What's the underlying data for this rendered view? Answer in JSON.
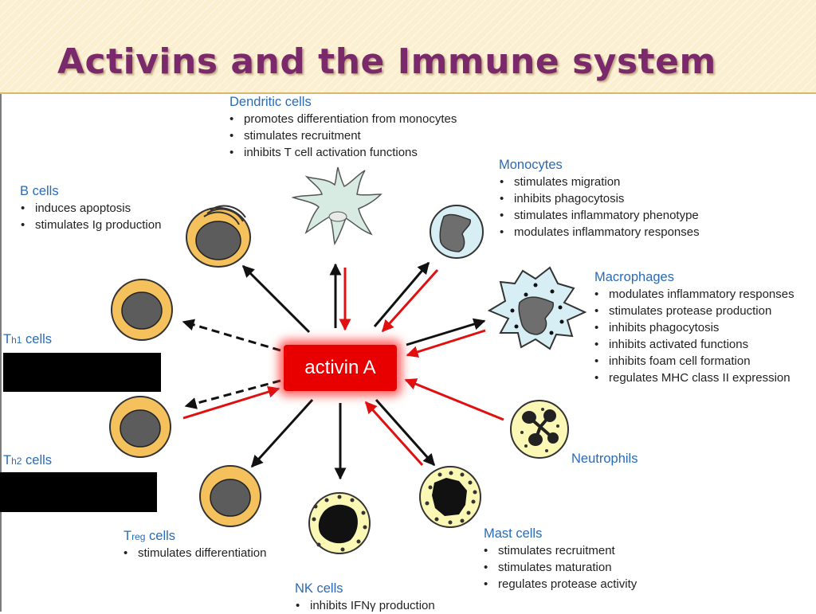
{
  "title": "Activins and the Immune system",
  "center": "activin A",
  "colors": {
    "label": "#2a6bb5",
    "activation_arrow": "#e01010",
    "effect_arrow": "#111111",
    "center": "#e80000",
    "title": "#7a2a6a"
  },
  "cells": {
    "dendritic": {
      "label": "Dendritic cells",
      "bullets": [
        "promotes differentiation from monocytes",
        "stimulates recruitment",
        "inhibits T cell activation functions"
      ]
    },
    "monocytes": {
      "label": "Monocytes",
      "bullets": [
        "stimulates migration",
        "inhibits phagocytosis",
        "stimulates inflammatory phenotype",
        "modulates inflammatory responses"
      ]
    },
    "bcells": {
      "label": "B cells",
      "bullets": [
        "induces apoptosis",
        "stimulates Ig production"
      ]
    },
    "macrophages": {
      "label": "Macrophages",
      "bullets": [
        "modulates inflammatory responses",
        "stimulates protease production",
        "inhibits phagocytosis",
        "inhibits activated functions",
        "inhibits foam cell formation",
        "regulates MHC class II expression"
      ]
    },
    "th1": {
      "label_main": "T",
      "label_sub": "h1",
      "label_rest": " cells"
    },
    "th2": {
      "label_main": "T",
      "label_sub": "h2",
      "label_rest": " cells"
    },
    "neutrophils": {
      "label": "Neutrophils"
    },
    "treg": {
      "label_main": "T",
      "label_sub": "reg",
      "label_rest": " cells",
      "bullets": [
        "stimulates differentiation"
      ]
    },
    "mast": {
      "label": "Mast cells",
      "bullets": [
        "stimulates recruitment",
        "stimulates maturation",
        "regulates protease activity"
      ]
    },
    "nk": {
      "label": "NK cells",
      "bullets": [
        "inhibits IFNγ production"
      ]
    }
  }
}
